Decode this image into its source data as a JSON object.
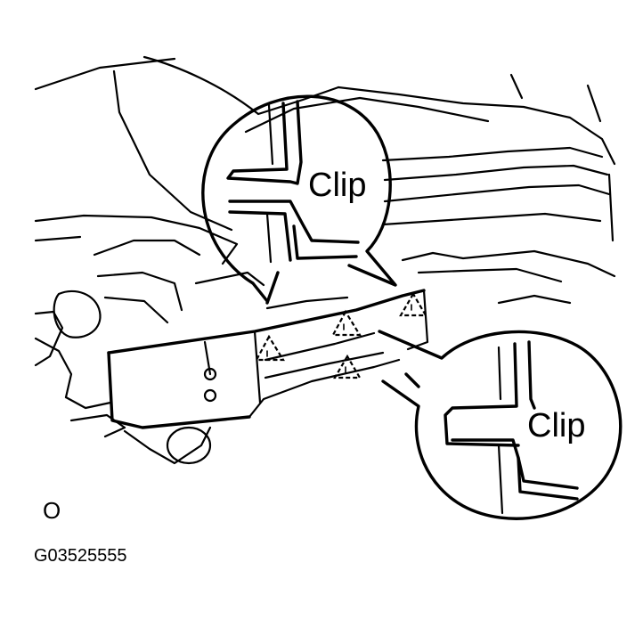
{
  "callout_top": {
    "label": "Clip"
  },
  "callout_bottom": {
    "label": "Clip"
  },
  "view_marker": "O",
  "figure_code": "G03525555"
}
